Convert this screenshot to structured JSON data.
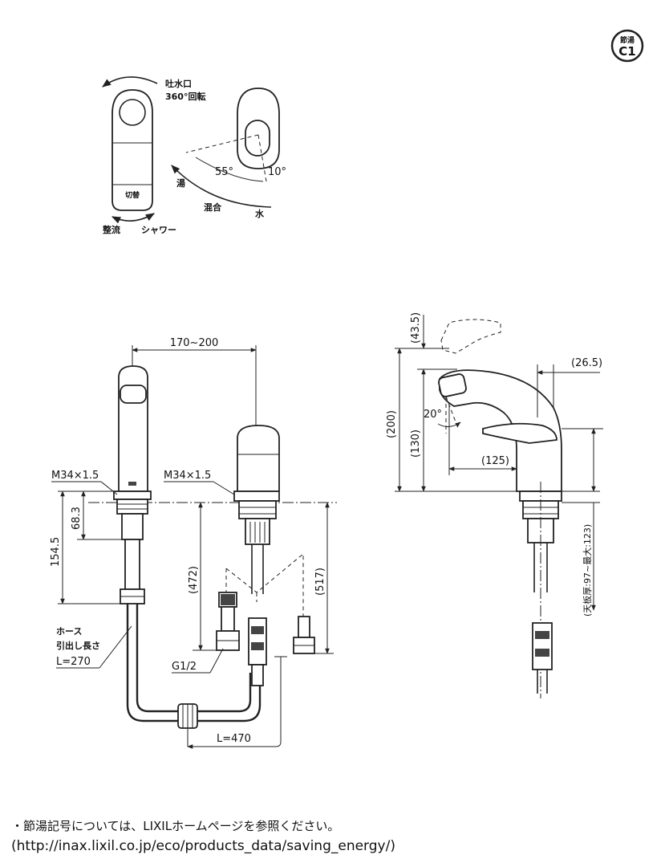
{
  "badge": {
    "line1": "節湯",
    "line2": "C1"
  },
  "top_views": {
    "spout_rotation": "吐水口",
    "spout_rotation_deg": "360°回転",
    "mode_straight": "整流",
    "mode_shower": "シャワー",
    "mode_switch_mark": "切替",
    "handle_angle_1": "55°",
    "handle_angle_2": "10°",
    "hot": "湯",
    "mixed": "混合",
    "water": "水"
  },
  "front_view": {
    "dim_top": "170~200",
    "thread_left": "M34×1.5",
    "thread_right": "M34×1.5",
    "dim_68": "68.3",
    "dim_154": "154.5",
    "dim_472": "(472)",
    "dim_517": "(517)",
    "hose_label_1": "ホース",
    "hose_label_2": "引出し長さ",
    "hose_length": "L=270",
    "g12": "G1/2",
    "hose_bottom": "L=470"
  },
  "side_view": {
    "dim_435": "(43.5)",
    "dim_200": "(200)",
    "dim_130": "(130)",
    "dim_265": "(26.5)",
    "dim_125": "(125)",
    "angle_20": "20°",
    "counter_range": "(天板厚:97~最大:123)"
  },
  "footer": {
    "note": "・節湯記号については、LIXILホームページを参照ください。",
    "url": "(http://inax.lixil.co.jp/eco/products_data/saving_energy/)"
  }
}
